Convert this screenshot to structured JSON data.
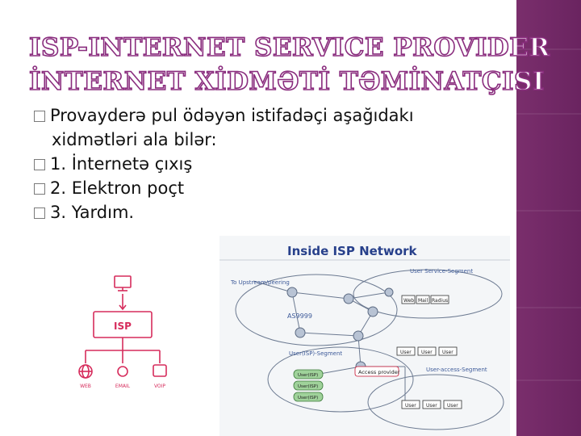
{
  "title": {
    "line1": "ISP-INTERNET SERVICE PROVIDER",
    "line2": "İNTERNET XİDMƏTİ TƏMİNATÇISI"
  },
  "bullets": [
    {
      "text": "Provayderə pul ödəyən istifadəçi aşağıdakı",
      "cont": "xidmətləri ala bilər:"
    },
    {
      "text": "1. İnternetə çıxış"
    },
    {
      "text": "2. Elektron poçt"
    },
    {
      "text": "3. Yardım."
    }
  ],
  "isp_diagram": {
    "center_label": "ISP",
    "services": [
      "WEB",
      "EMAIL",
      "VOIP"
    ],
    "accent": "#d62c5c"
  },
  "network": {
    "title": "Inside ISP Network",
    "upstream_label": "To Upstream/peering",
    "as_label": "AS9999",
    "user_service_segment": "User Service-Segment",
    "service_boxes": [
      "Web",
      "Mail",
      "Radius"
    ],
    "user_isp_segment": "User(ISP)-Segment",
    "user_boxes_mid": [
      "User",
      "User",
      "User"
    ],
    "access_provider": "Access provider",
    "user_access_segment": "User-access-Segment",
    "user_isp_items": [
      "User(ISP)",
      "User(ISP)",
      "User(ISP)"
    ],
    "user_boxes_bottom": [
      "User",
      "User",
      "User"
    ]
  },
  "colors": {
    "accent": "#8a2d7e",
    "band": "#6a2460"
  }
}
